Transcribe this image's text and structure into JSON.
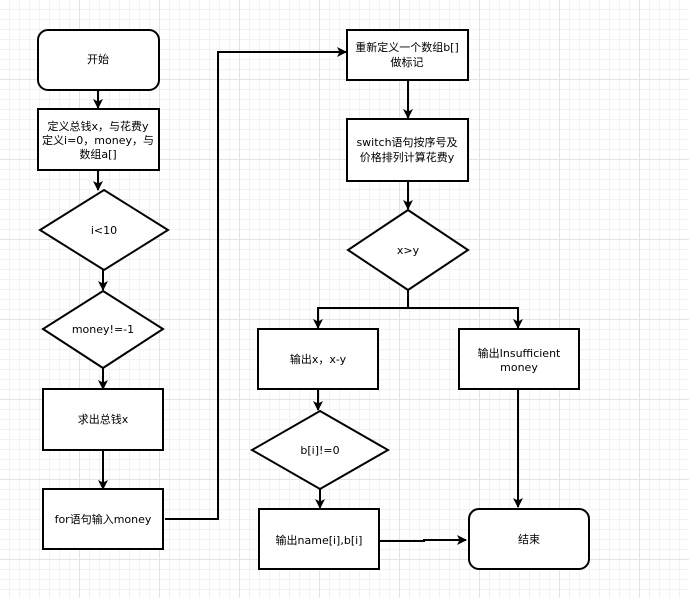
{
  "nodes": {
    "start": "开始",
    "define_1_line1": "定义总钱x，与花费y",
    "define_1_line2": "定义i=0，money，与",
    "define_1_line3": "数组a[]",
    "cond_i": "i<10",
    "cond_money": "money!=-1",
    "sum": "求出总钱x",
    "for_input": "for语句输入money",
    "define_b_line1": "重新定义一个数组b[]",
    "define_b_line2": "做标记",
    "switch_line1": "switch语句按序号及",
    "switch_line2": "价格排列计算花费y",
    "cond_xy": "x>y",
    "output_xy": "输出x，x-y",
    "output_insufficient_line1": "输出Insufficient",
    "output_insufficient_line2": "money",
    "cond_b": "b[i]!=0",
    "output_name": "输出name[i],b[i]",
    "end": "结束"
  }
}
